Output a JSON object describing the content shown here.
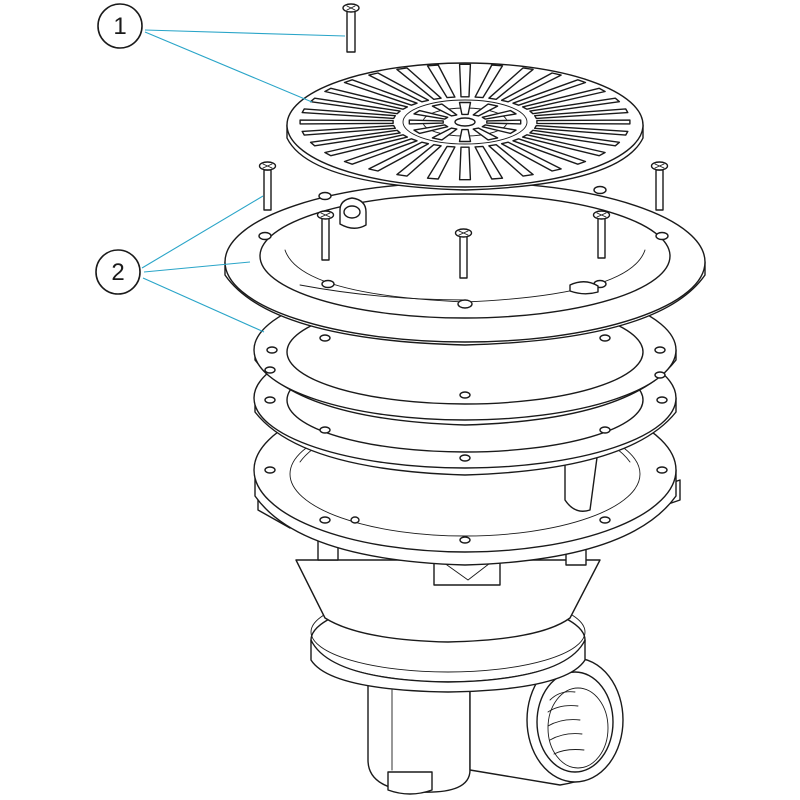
{
  "callouts": [
    {
      "id": "1",
      "label": "1"
    },
    {
      "id": "2",
      "label": "2"
    }
  ],
  "colors": {
    "line": "#1a1a1a",
    "leader": "#2aa5c8",
    "background": "#ffffff"
  }
}
